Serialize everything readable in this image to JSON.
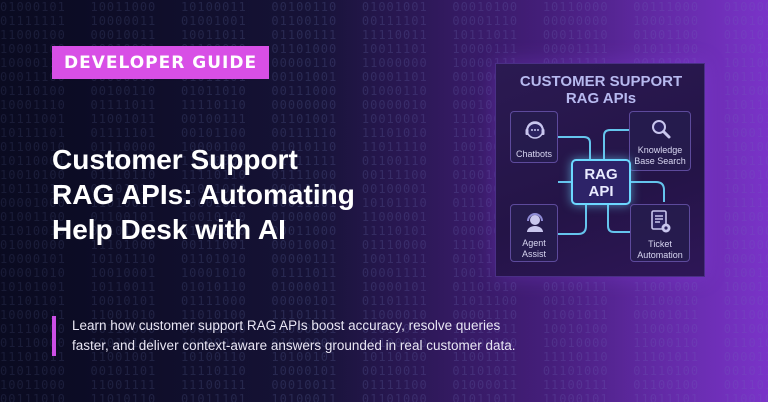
{
  "badge": "DEVELOPER GUIDE",
  "headline": {
    "line1": "Customer Support",
    "line2": "RAG APIs: Automating",
    "line3": "Help Desk with AI"
  },
  "description": {
    "line1": "Learn how customer support RAG APIs boost accuracy, resolve queries",
    "line2": "faster, and deliver context-aware answers grounded in real customer data."
  },
  "diagram": {
    "title_line1": "CUSTOMER SUPPORT",
    "title_line2": "RAG APIs",
    "hub_line1": "RAG",
    "hub_line2": "API",
    "nodes": {
      "chatbots": "Chatbots",
      "knowledge_line1": "Knowledge",
      "knowledge_line2": "Base Search",
      "agent_line1": "Agent",
      "agent_line2": "Assist",
      "ticket_line1": "Ticket",
      "ticket_line2": "Automation"
    }
  },
  "colors": {
    "badge": "#d84fe6",
    "accent_bar": "#cc4ee6",
    "connector": "#6cd8ff"
  }
}
